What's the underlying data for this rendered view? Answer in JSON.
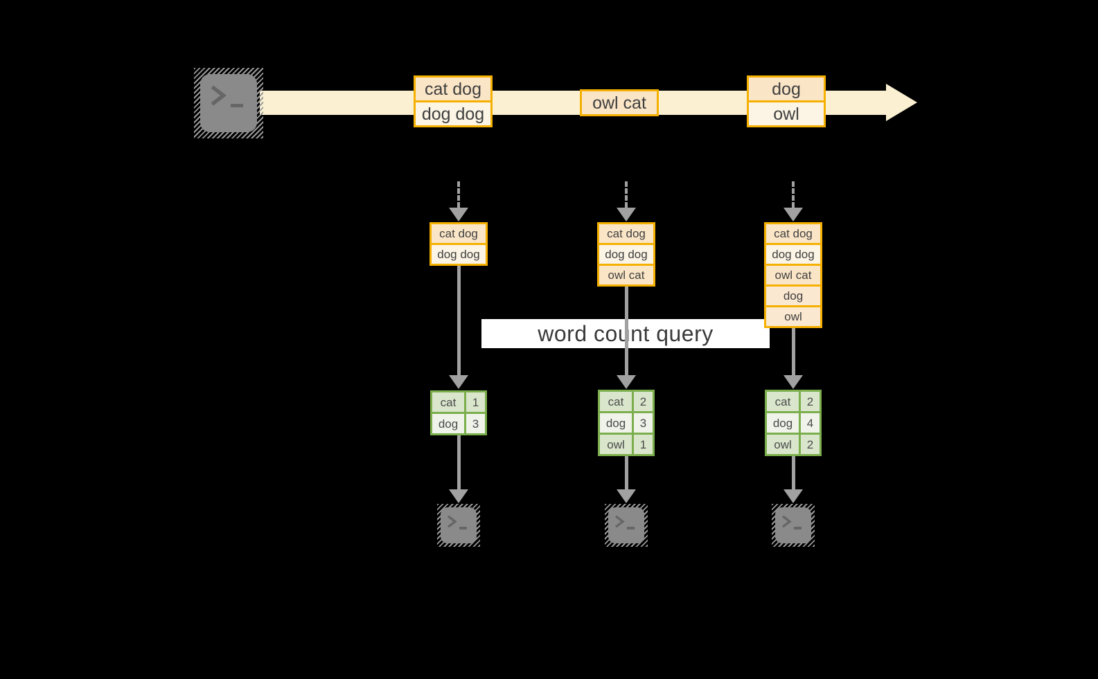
{
  "query_label": "word count query",
  "stream": {
    "batches": [
      [
        "cat dog",
        "dog dog"
      ],
      [
        "owl cat"
      ],
      [
        "dog",
        "owl"
      ]
    ]
  },
  "columns": [
    {
      "accumulated": [
        "cat dog",
        "dog dog"
      ],
      "counts": [
        {
          "word": "cat",
          "count": "1"
        },
        {
          "word": "dog",
          "count": "3"
        }
      ]
    },
    {
      "accumulated": [
        "cat dog",
        "dog dog",
        "owl cat"
      ],
      "counts": [
        {
          "word": "cat",
          "count": "2"
        },
        {
          "word": "dog",
          "count": "3"
        },
        {
          "word": "owl",
          "count": "1"
        }
      ]
    },
    {
      "accumulated": [
        "cat dog",
        "dog dog",
        "owl cat",
        "dog",
        "owl"
      ],
      "counts": [
        {
          "word": "cat",
          "count": "2"
        },
        {
          "word": "dog",
          "count": "4"
        },
        {
          "word": "owl",
          "count": "2"
        }
      ]
    }
  ],
  "icons": {
    "terminal_prompt_glyph": ">_"
  },
  "colors": {
    "background": "#000000",
    "stream_band": "#FBF1D2",
    "message_border": "#F5B000",
    "cell_peach": "#FAE5C7",
    "cell_cream": "#FCF5E5",
    "cell_peach_light": "#FBE8D0",
    "table_border": "#7BAE4C",
    "cell_green_dark": "#DAE6CC",
    "cell_green_light": "#EFF3EA",
    "arrow_gray": "#A1A1A1",
    "terminal_gray": "#8A8A8A",
    "query_band": "#FFFFFF",
    "text": "#3F3F3F"
  }
}
